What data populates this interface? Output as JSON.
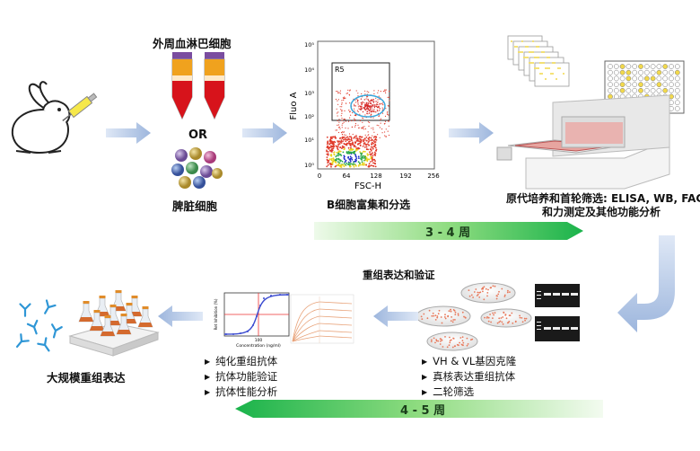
{
  "top_row": {
    "pbmc_label": "外周血淋巴细胞",
    "or_label": "OR",
    "spleen_label": "脾脏细胞",
    "bcell_label": "B细胞富集和分选",
    "screen_label_line1": "原代培养和首轮筛选: ELISA, WB, FACS 亲",
    "screen_label_line2": "和力测定及其他功能分析",
    "timeline": "3 - 4 周"
  },
  "flow_plot": {
    "y_axis_label": "Fluo A",
    "x_axis_label": "FSC-H",
    "gate_label": "R5",
    "x_ticks": [
      "0",
      "64",
      "128",
      "192",
      "256"
    ],
    "y_ticks": [
      "10⁰",
      "10¹",
      "10²",
      "10³",
      "10⁴",
      "10⁵"
    ]
  },
  "bottom_row": {
    "title": "重组表达和验证",
    "right_bullets": [
      "VH & VL基因克隆",
      "真核表达重组抗体",
      "二轮筛选"
    ],
    "mid_bullets": [
      "纯化重组抗体",
      "抗体功能验证",
      "抗体性能分析"
    ],
    "left_label": "大规模重组表达",
    "timeline": "4 - 5 周"
  },
  "curve_plot": {
    "y_axis_label": "Ret Inhibition (%)",
    "x_axis_label": "Concentration (ng/ml)",
    "x_tick": "100"
  }
}
